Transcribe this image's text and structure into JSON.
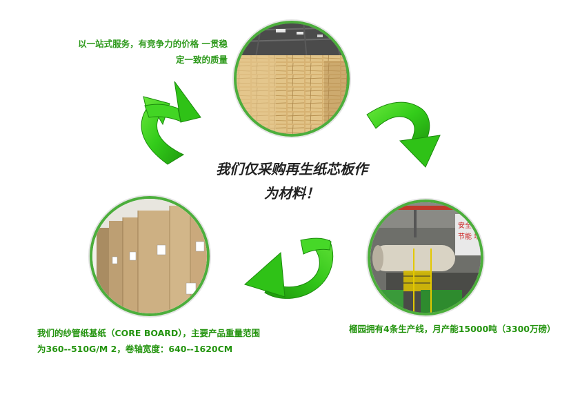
{
  "center_text": {
    "line1": "我们仅采购再生纸芯板作",
    "line2": "为材料！"
  },
  "captions": {
    "top_left": {
      "line1": "以一站式服务，有竞争力的价格 一贯稳",
      "line2": "定一致的质量"
    },
    "bottom_left": {
      "line1": "我们的纱管纸基纸（CORE BOARD），主要产品重量范围",
      "line2": "为360--510G/M 2，卷轴宽度：640--1620CM"
    },
    "bottom_right": {
      "line1": "榴园拥有4条生产线，月产能15000吨（3300万磅）"
    }
  },
  "factory_sign": {
    "line1": "安全 创",
    "line2": "节能 增"
  },
  "colors": {
    "arrow_green": "#33cc1a",
    "ring_green": "#4cae3c",
    "caption_green": "#24940f"
  }
}
